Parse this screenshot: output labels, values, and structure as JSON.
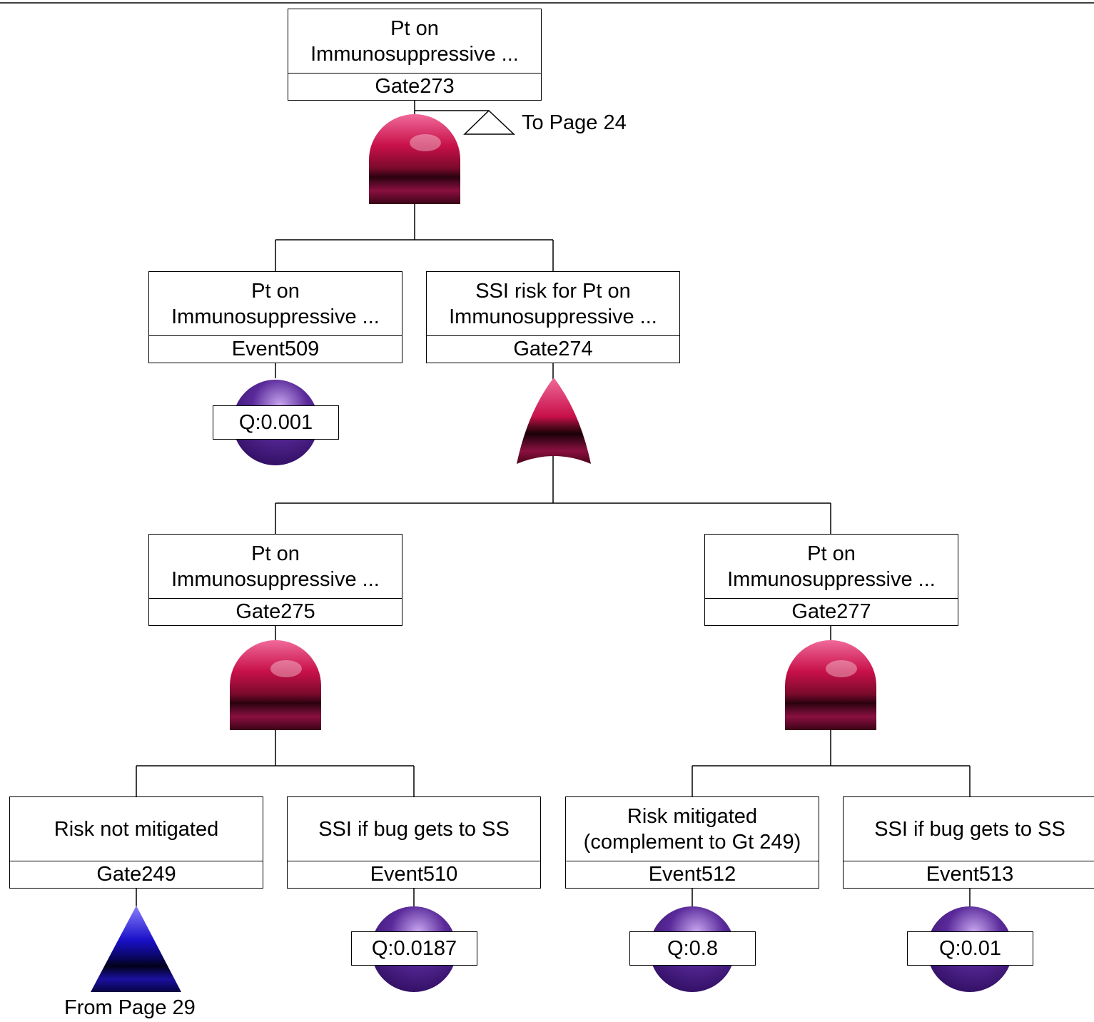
{
  "nodes": {
    "gate273": {
      "desc": "Pt on\nImmunosuppressive ...",
      "id": "Gate273"
    },
    "event509": {
      "desc": "Pt on\nImmunosuppressive ...",
      "id": "Event509",
      "q": "Q:0.001"
    },
    "gate274": {
      "desc": "SSI risk for Pt on\nImmunosuppressive ...",
      "id": "Gate274"
    },
    "gate275": {
      "desc": "Pt on\nImmunosuppressive ...",
      "id": "Gate275"
    },
    "gate277": {
      "desc": "Pt on\nImmunosuppressive ...",
      "id": "Gate277"
    },
    "gate249": {
      "desc": "Risk not mitigated",
      "id": "Gate249"
    },
    "event510": {
      "desc": "SSI if bug gets to SS",
      "id": "Event510",
      "q": "Q:0.0187"
    },
    "event512": {
      "desc": "Risk mitigated\n(complement to Gt 249)",
      "id": "Event512",
      "q": "Q:0.8"
    },
    "event513": {
      "desc": "SSI if bug gets to SS",
      "id": "Event513",
      "q": "Q:0.01"
    }
  },
  "transfers": {
    "to_page": "To Page 24",
    "from_page": "From Page 29"
  },
  "colors": {
    "gate": "#c8104a",
    "basic_event": "#5a2a9a",
    "transfer_in": "#1a10c8"
  }
}
